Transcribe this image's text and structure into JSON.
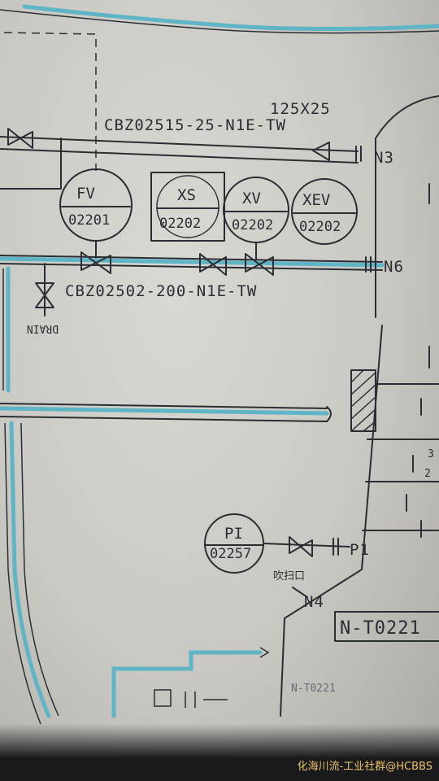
{
  "lines": {
    "top_line_tag": "CBZ02515-25-N1E-TW",
    "top_size": "125X25",
    "main_line_tag": "CBZ02502-200-N1E-TW",
    "drain_label": "DRAIN"
  },
  "nozzles": {
    "n3": "N3",
    "n6": "N6",
    "p1": "P1",
    "n4": "N4"
  },
  "instruments": [
    {
      "name": "fv",
      "top": "FV",
      "bottom": "02201"
    },
    {
      "name": "xs",
      "top": "XS",
      "bottom": "02202"
    },
    {
      "name": "xv",
      "top": "XV",
      "bottom": "02202"
    },
    {
      "name": "xev",
      "top": "XEV",
      "bottom": "02202"
    },
    {
      "name": "pi",
      "top": "PI",
      "bottom": "02257"
    }
  ],
  "labels": {
    "blow_port": "吹扫口",
    "equipment_tag": "N-T0221",
    "equipment_tag_lower": "N-T0221",
    "level_3": "3",
    "level_2": "2"
  },
  "watermark": "化海川流-工业社群@HCBBS",
  "colors": {
    "ink": "#2a2d33",
    "highlight": "#5fb5c6",
    "paper": "#cfcec8"
  }
}
